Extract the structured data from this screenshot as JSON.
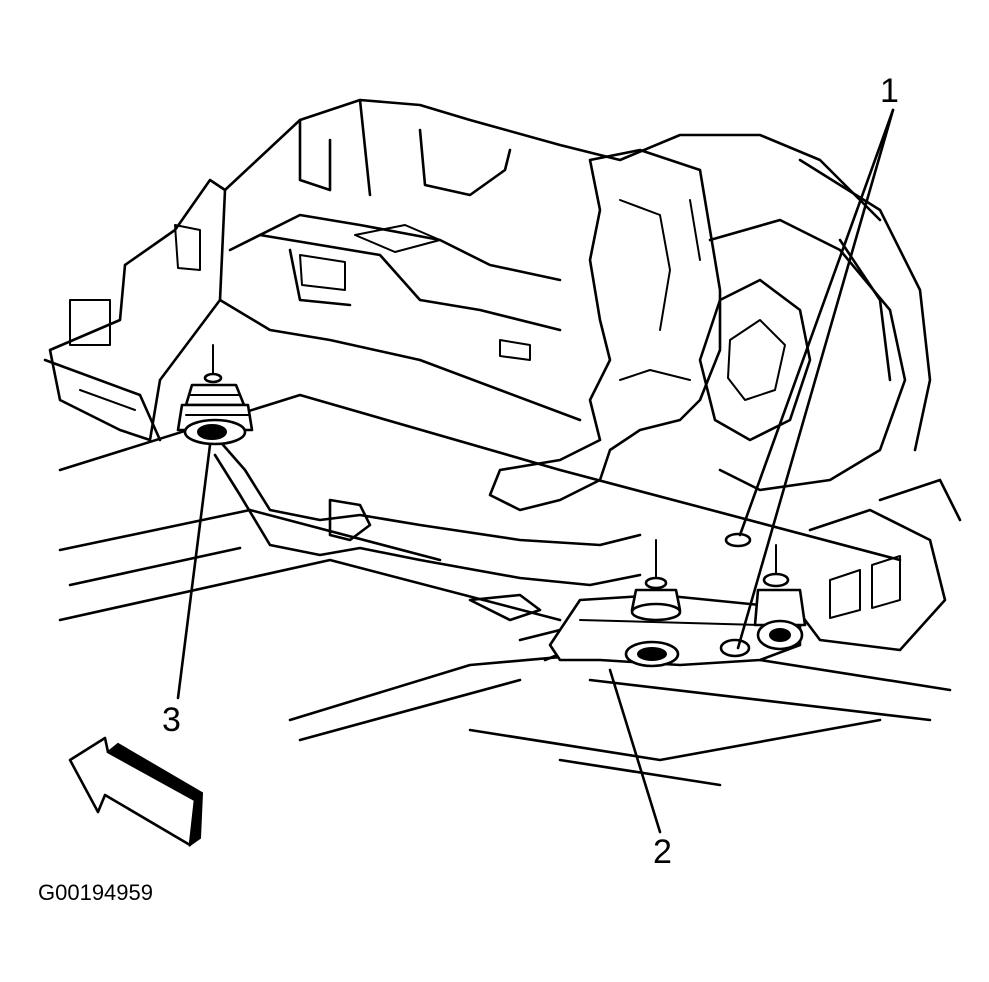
{
  "callouts": {
    "c1": "1",
    "c2": "2",
    "c3": "3"
  },
  "figure_id": "G00194959",
  "icons": {
    "direction_arrow": "front-direction-arrow-icon"
  }
}
